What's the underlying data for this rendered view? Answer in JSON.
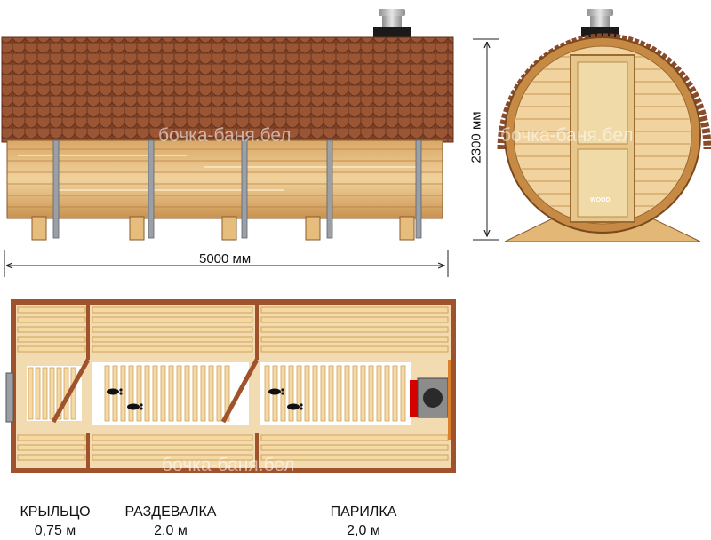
{
  "watermark": "бочка-баня.бел",
  "dimensions": {
    "length": "5000 мм",
    "height": "2300 мм"
  },
  "rooms": [
    {
      "name": "КРЫЛЬЦО",
      "size": "0,75 м"
    },
    {
      "name": "РАЗДЕВАЛКА",
      "size": "2,0 м"
    },
    {
      "name": "ПАРИЛКА",
      "size": "2,0 м"
    }
  ],
  "door_logo": "WOOD",
  "colors": {
    "roof": "#8a4a2c",
    "wood_light": "#e9c98f",
    "wood_dark": "#c58f4d",
    "hoop": "#9aa0a6",
    "wall": "#a0522d",
    "stove": "#d40000"
  }
}
